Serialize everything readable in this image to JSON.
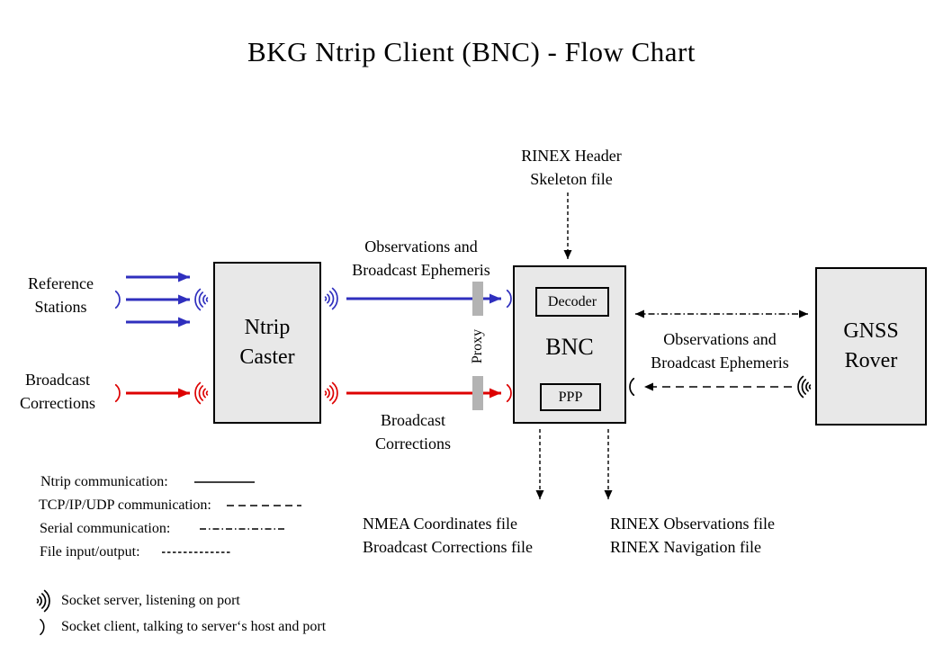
{
  "title": "BKG Ntrip Client (BNC)  -  Flow Chart",
  "colors": {
    "blue": "#2f2fbe",
    "red": "#dd0000",
    "boxfill": "#e8e8e8",
    "proxybar": "#b3b3b3",
    "black": "#000000"
  },
  "diagram": {
    "rinex_header": {
      "line1": "RINEX Header",
      "line2": "Skeleton file"
    },
    "reference_stations": {
      "line1": "Reference",
      "line2": "Stations"
    },
    "broadcast_corrections_left": {
      "line1": "Broadcast",
      "line2": "Corrections"
    },
    "ntrip_caster": {
      "line1": "Ntrip",
      "line2": "Caster"
    },
    "obs_eph_top": {
      "line1": "Observations and",
      "line2": "Broadcast Ephemeris"
    },
    "proxy": "Proxy",
    "bnc": {
      "label": "BNC",
      "decoder": "Decoder",
      "ppp": "PPP"
    },
    "broadcast_corrections_mid": {
      "line1": "Broadcast",
      "line2": "Corrections"
    },
    "obs_eph_right": {
      "line1": "Observations and",
      "line2": "Broadcast Ephemeris"
    },
    "gnss_rover": {
      "line1": "GNSS",
      "line2": "Rover"
    },
    "nmea_files": {
      "line1": "NMEA Coordinates file",
      "line2": "Broadcast Corrections file"
    },
    "rinex_files": {
      "line1": "RINEX Observations file",
      "line2": "RINEX Navigation file"
    }
  },
  "legend": {
    "ntrip": "Ntrip communication:",
    "tcp": "TCP/IP/UDP communication:",
    "serial": "Serial communication:",
    "file": "File input/output:"
  },
  "socket_legend": {
    "server": "Socket server, listening on port",
    "client": "Socket client, talking to server‘s host and port"
  }
}
